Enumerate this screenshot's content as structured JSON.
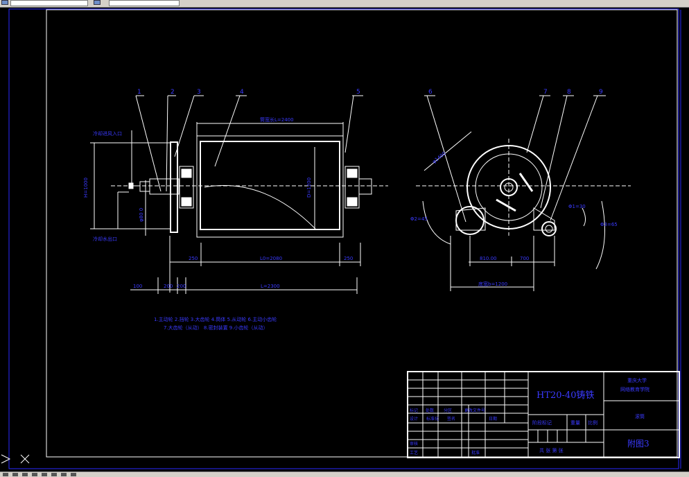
{
  "drawing": {
    "part_labels": [
      "1",
      "2",
      "3",
      "4",
      "5",
      "6",
      "7",
      "8",
      "9"
    ],
    "dimensions": {
      "cylinder_top": "筒宽长L=2400",
      "cylinder_bottom": "L0=2080",
      "left_250": "250",
      "right_250": "250",
      "dim_100": "100",
      "dim_200a": "200",
      "dim_200b": "200",
      "overall": "L=2300",
      "height_left": "H=1000",
      "shaft_dia": "φ80 0",
      "drum_dia": "D=1200",
      "cyclone_dim": "φ1400",
      "angle_left": "Φ2=45",
      "angle_right1": "Φ1=30",
      "angle_right2": "Φ3=65",
      "base_a": "810.00",
      "base_b": "700",
      "base_total": "底宽b=1200",
      "inlet_label": "冷却进风入口",
      "outlet_label": "冷却水出口"
    },
    "legend_line1": "1.主动轮 2.挡轮 3.大齿轮 4.筒体 5.从动轮 6.主动小齿轮",
    "legend_line2": "7.大齿轮（从动） 8.密封装置 9.小齿轮（从动）"
  },
  "title_block": {
    "material": "HT20-40铸铁",
    "school_line1": "重庆大学",
    "school_line2": "网络教育学院",
    "drawing_title": "滚筒",
    "drawing_number": "附图3",
    "stage_label": "阶段标记",
    "weight_label": "重量",
    "scale_label": "比例",
    "sheet_info": "共 张 第 张",
    "design_label": "设计",
    "check_label": "审核",
    "process_label": "工艺",
    "approve_label": "批准",
    "std_label": "标准化",
    "date_label": "日期",
    "sign_label": "签名",
    "mark_label": "标记",
    "count_label": "处数",
    "zone_label": "分区",
    "file_label": "更改文件号"
  },
  "colors": {
    "background": "#000000",
    "lines": "#ffffff",
    "text": "#3a3aff",
    "frame": "#2a2aff"
  },
  "icons": {
    "ucs": "ucs-icon",
    "toolbar_icon": "layer-icon"
  }
}
